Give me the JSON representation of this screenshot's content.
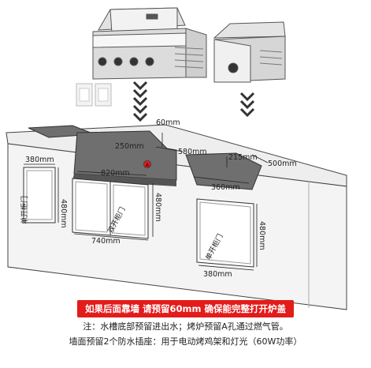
{
  "dimensions": {
    "sink_width": "380mm",
    "sink_height": "480mm",
    "sink_door": "单开柜门",
    "depth_top": "60mm",
    "grill_depth": "250mm",
    "grill_width": "820mm",
    "grill_right": "580mm",
    "side_burner_depth": "215mm",
    "side_burner_right": "500mm",
    "side_burner_width": "360mm",
    "double_door_width": "740mm",
    "double_door_height": "480mm",
    "double_door": "双开柜门",
    "right_door_width": "380mm",
    "right_door_height": "480mm",
    "right_door": "单开柜门",
    "hole_marker": "A"
  },
  "notes": {
    "banner": "如果后面靠墙  请预留60mm  确保能完整打开炉盖",
    "line1": "注：水槽底部预留进出水；烤炉预留A孔通过燃气管。",
    "line2": "墙面预留2个防水插座：用于电动烤鸡架和灯光（60W功率）"
  },
  "colors": {
    "banner_bg": "#e31b1b",
    "cabinet": "#f4f4f4",
    "cutout": "#6f6f6f",
    "accent": "#e31b1b"
  }
}
